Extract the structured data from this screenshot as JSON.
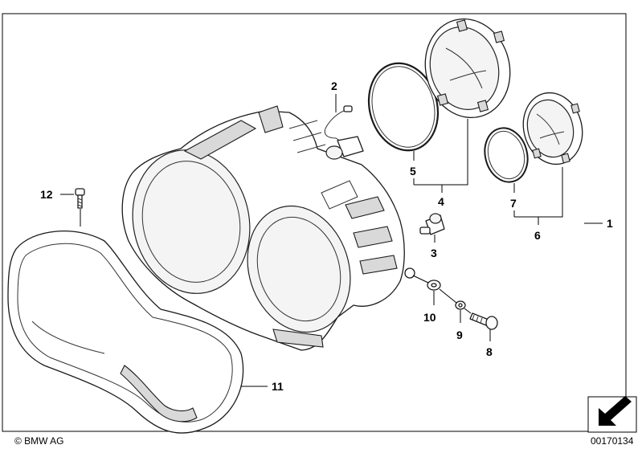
{
  "callouts": {
    "c1": "1",
    "c2": "2",
    "c3": "3",
    "c4": "4",
    "c5": "5",
    "c6": "6",
    "c7": "7",
    "c8": "8",
    "c9": "9",
    "c10": "10",
    "c11": "11",
    "c12": "12"
  },
  "footer": {
    "copyright": "© BMW AG",
    "diagram_number": "00170134"
  }
}
